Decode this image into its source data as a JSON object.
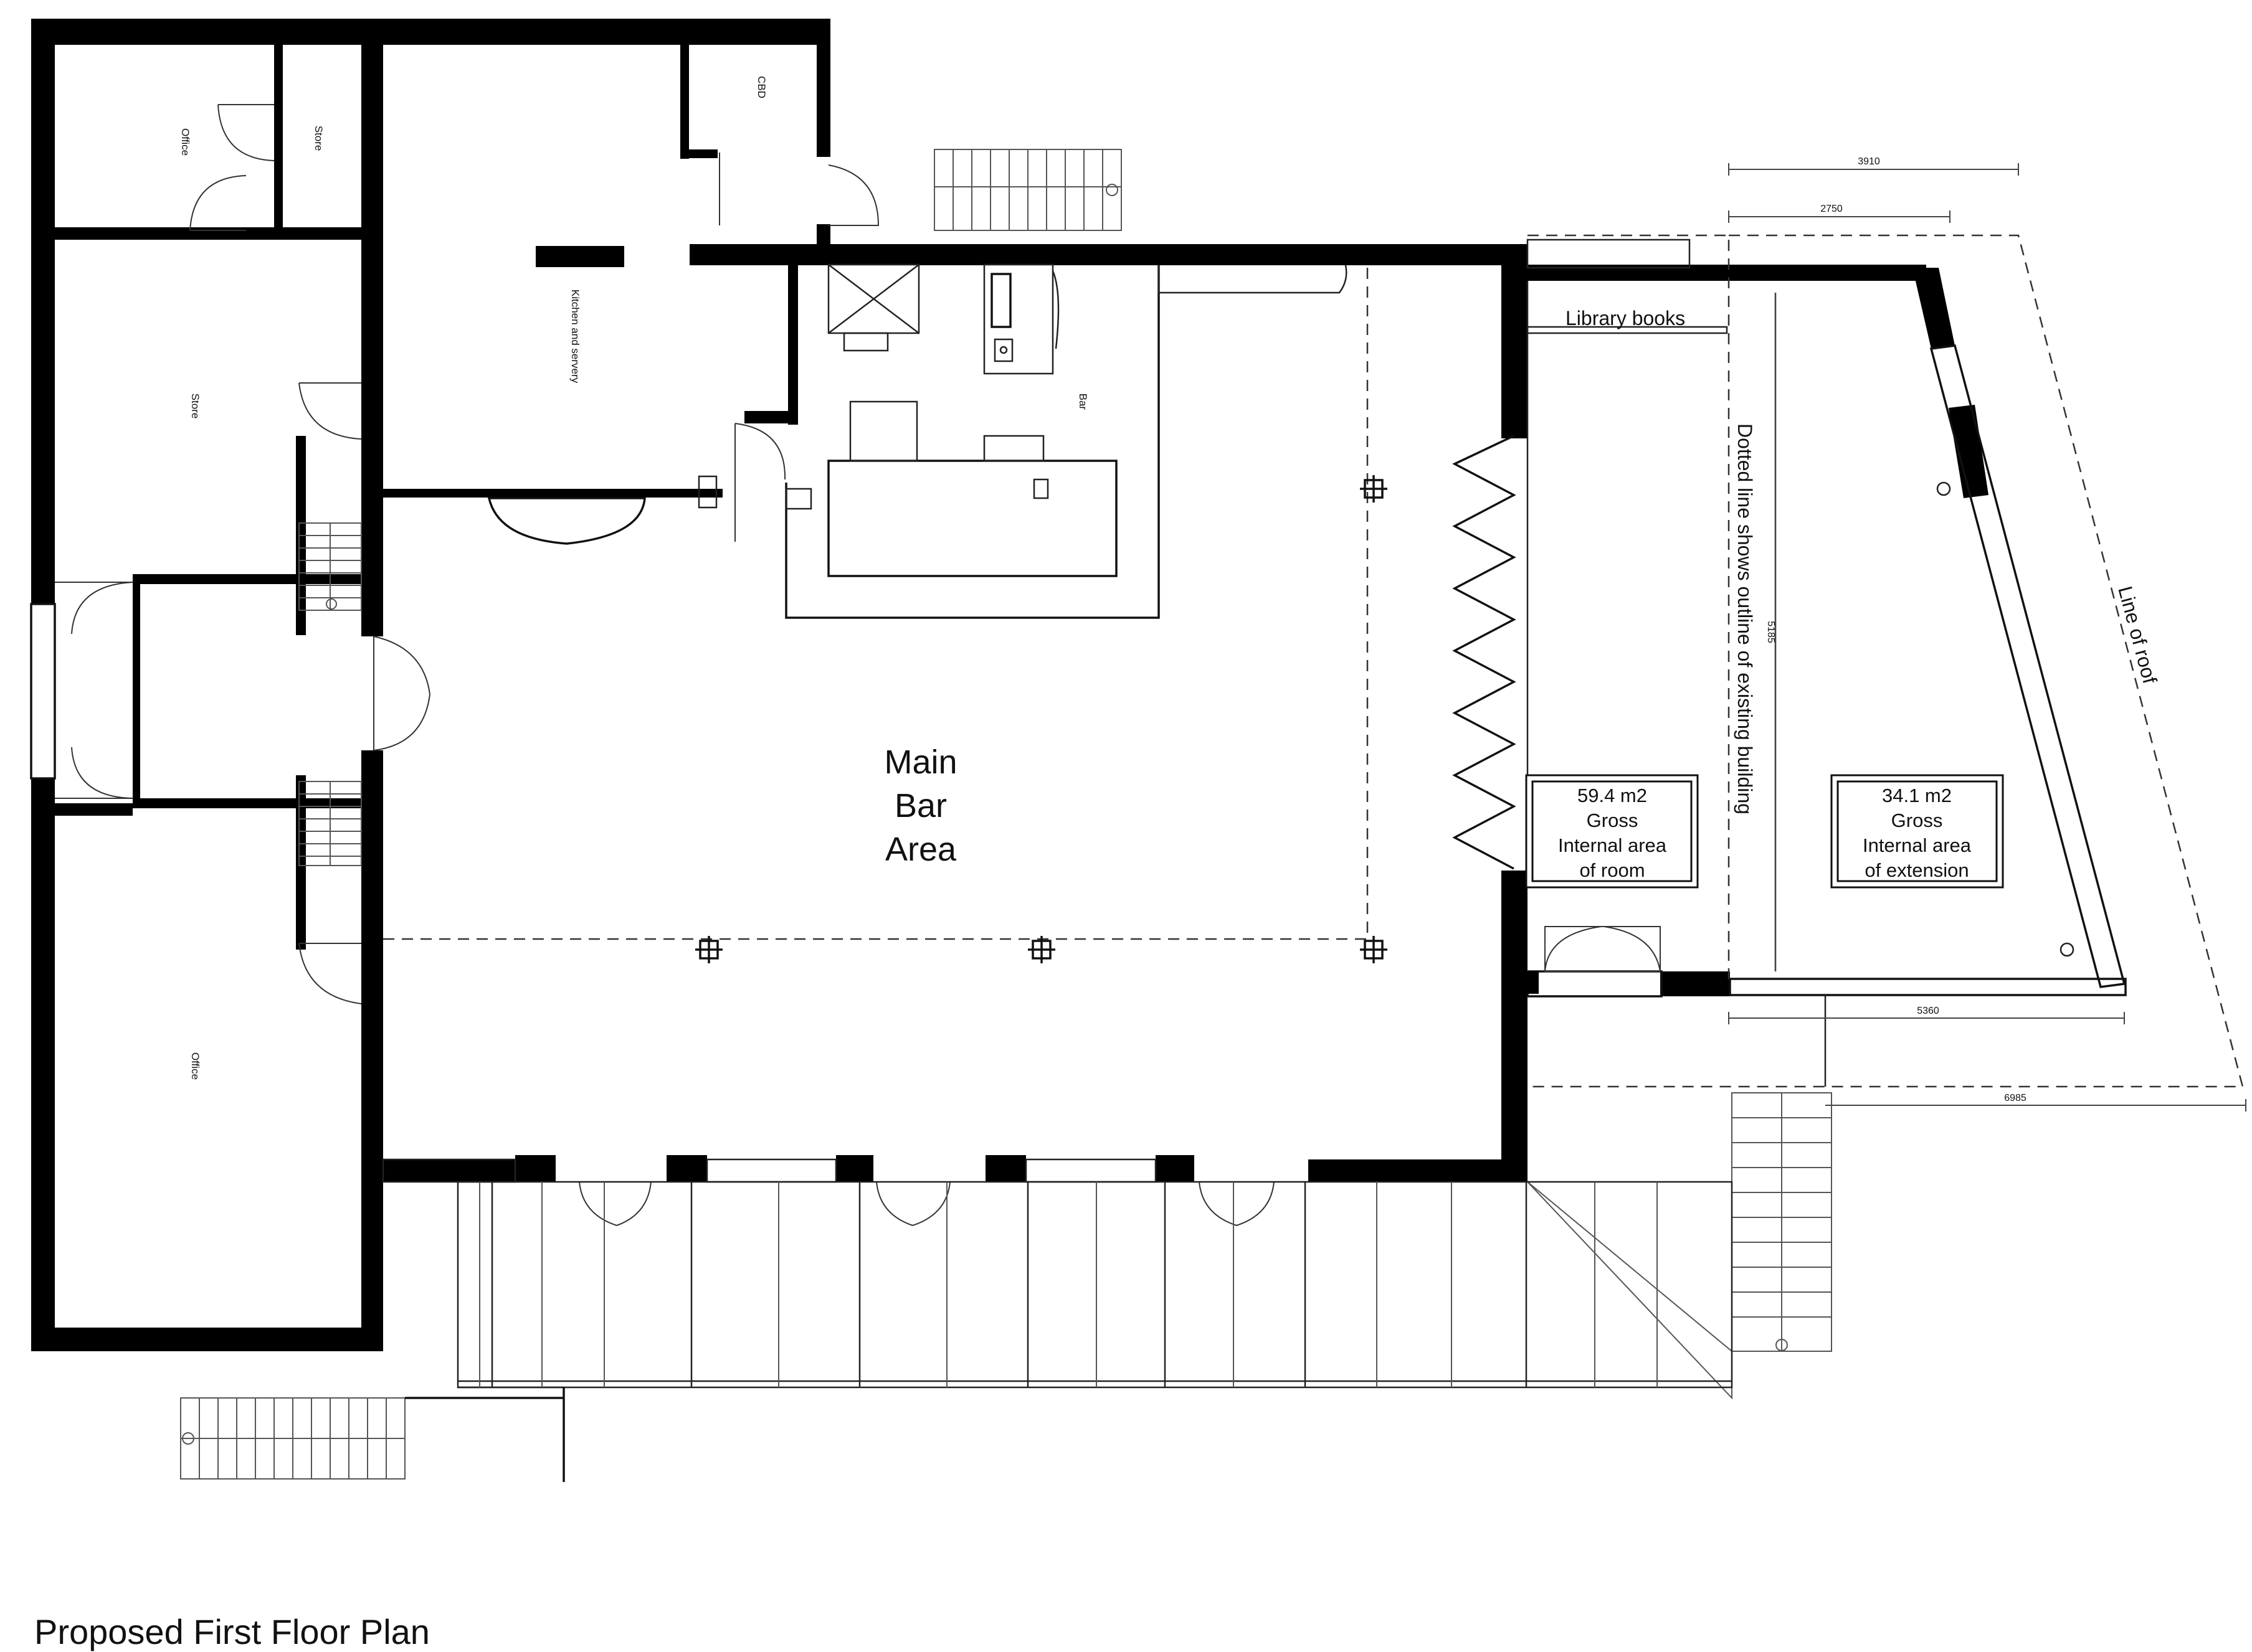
{
  "title": "Proposed First Floor Plan",
  "rooms": {
    "office_top": "Office",
    "store_top": "Store",
    "cbd": "CBD",
    "store_left": "Store",
    "kitchen": "Kitchen and servery",
    "bar": "Bar",
    "office_bottom": "Office",
    "main_bar": [
      "Main",
      "Bar",
      "Area"
    ]
  },
  "annotations": {
    "library_books": "Library books",
    "dotted_line_note": "Dotted line shows outline of existing building",
    "line_of_roof": "Line of roof"
  },
  "area_boxes": {
    "room": [
      "59.4 m2",
      "Gross",
      "Internal area",
      "of room"
    ],
    "extension": [
      "34.1 m2",
      "Gross",
      "Internal area",
      "of extension"
    ]
  },
  "dimensions": {
    "top_outer": "3910",
    "top_inner": "2750",
    "vertical": "5185",
    "bottom_inner": "5360",
    "bottom_outer": "6985"
  }
}
